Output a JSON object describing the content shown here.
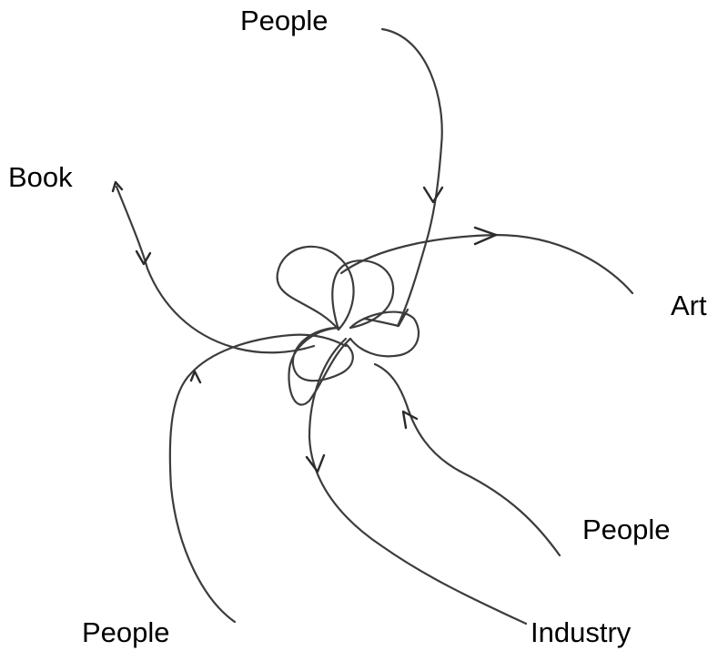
{
  "diagram": {
    "labels": {
      "people_top": "People",
      "book": "Book",
      "art": "Art",
      "people_right": "People",
      "people_bottom": "People",
      "industry": "Industry"
    },
    "stroke_color": "#3c3c3c",
    "background_color": "#ffffff"
  }
}
